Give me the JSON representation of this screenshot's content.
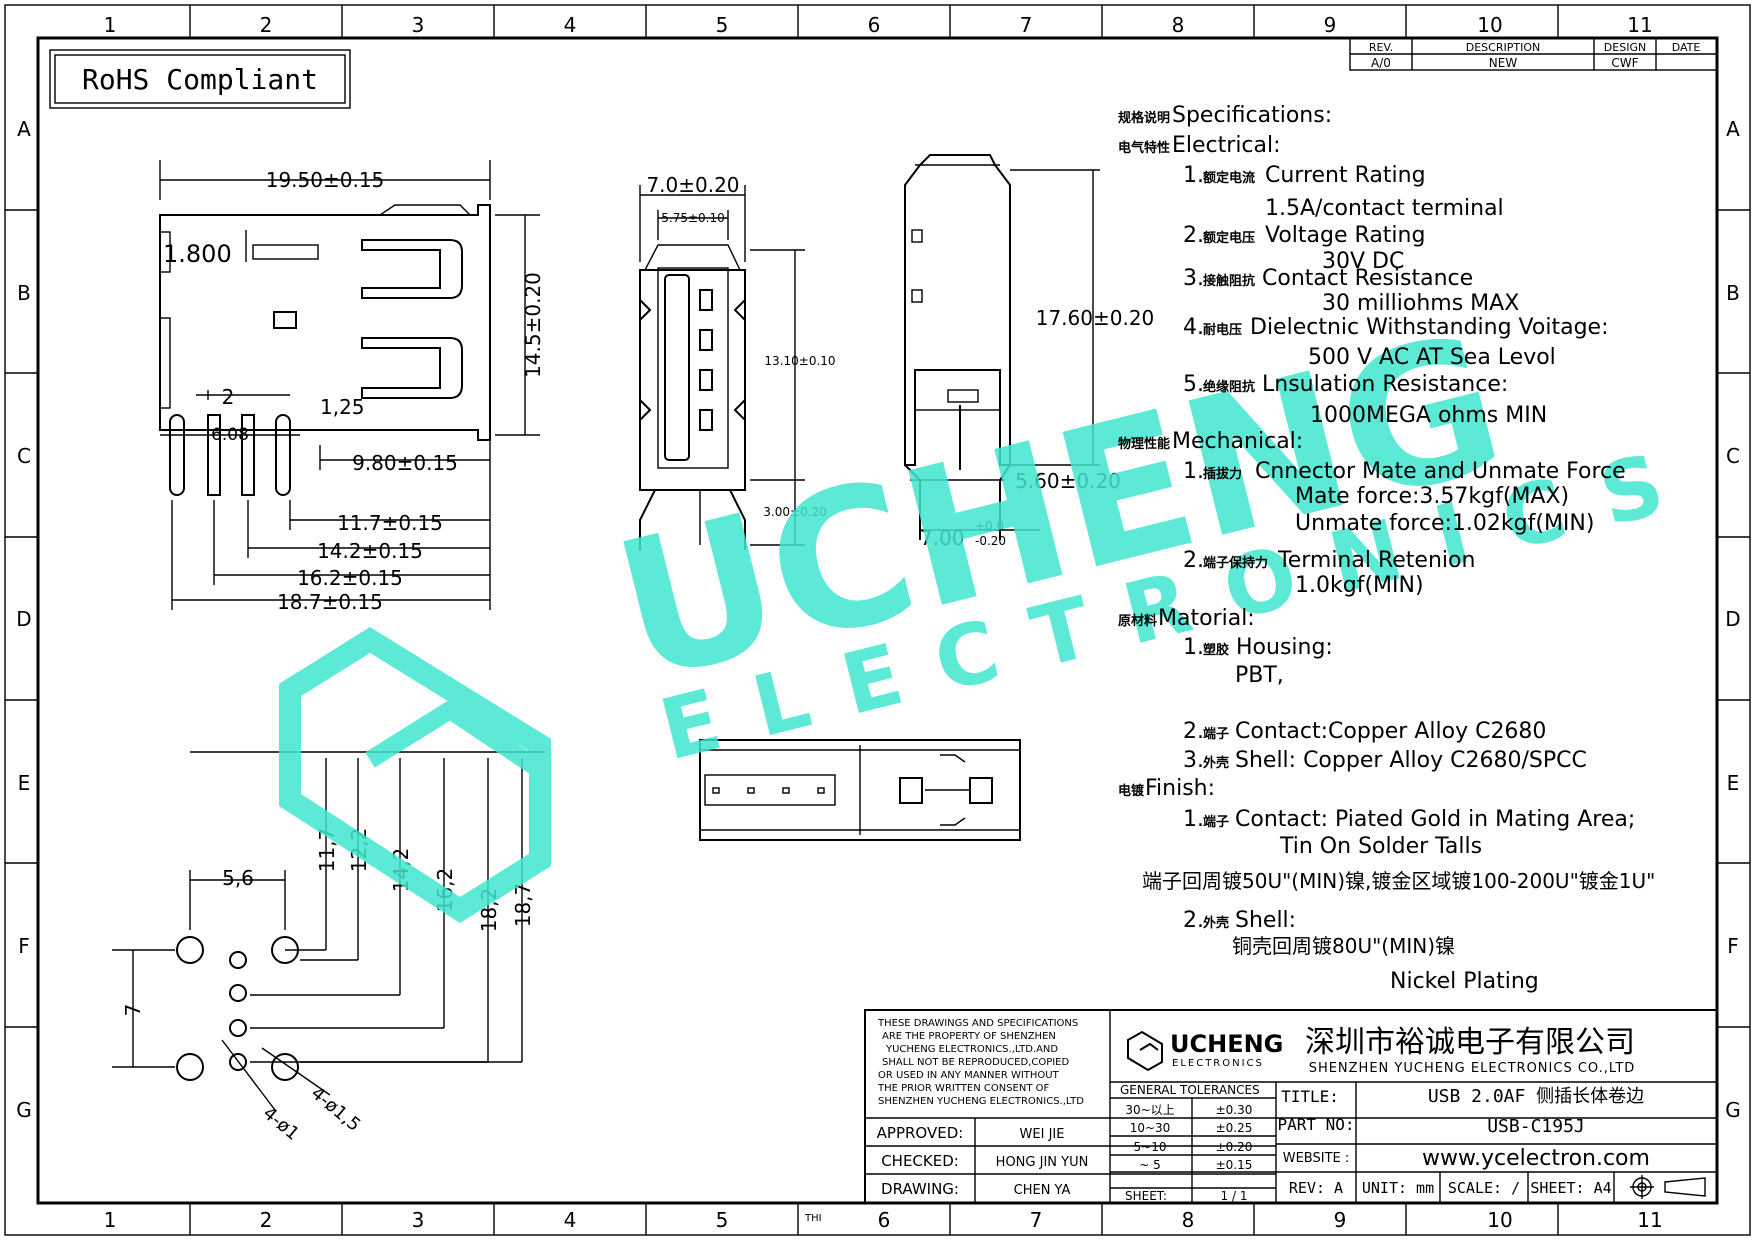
{
  "rohs": "RoHS Compliant",
  "grid": {
    "cols": [
      "1",
      "2",
      "3",
      "4",
      "5",
      "6",
      "7",
      "8",
      "9",
      "10",
      "11"
    ],
    "rows": [
      "A",
      "B",
      "C",
      "D",
      "E",
      "F",
      "G"
    ]
  },
  "revision": {
    "headers": [
      "REV.",
      "DESCRIPTION",
      "DESIGN",
      "DATE"
    ],
    "values": [
      "A/0",
      "NEW",
      "CWF",
      ""
    ]
  },
  "dims": {
    "overall_len": "19.50±0.15",
    "d_1800": "1.800",
    "height": "14.5±0.20",
    "d_2": "2",
    "d_125": "1,25",
    "d_608": "6.08",
    "d_980": "9.80±0.15",
    "d_117": "11.7±0.15",
    "d_142": "14.2±0.15",
    "d_162": "16.2±0.15",
    "d_187": "18.7±0.15",
    "front_w": "7.0±0.20",
    "front_inner": "5.75±0.10",
    "front_h": "13.10±0.10",
    "front_pin": "3.00±0.20",
    "side_h": "17.60±0.20",
    "side_pin": "5.60±0.20",
    "side_w": "7.00",
    "side_w_tol_up": "+0.0",
    "side_w_tol_dn": "-0.20",
    "pcb_56": "5,6",
    "pcb_7": "7",
    "pcb_117": "11,7",
    "pcb_122": "12,2",
    "pcb_142": "14,2",
    "pcb_162": "16,2",
    "pcb_182": "18,2",
    "pcb_187": "18,7",
    "pcb_hole1": "4-ø1",
    "pcb_hole15": "4-ø1,5"
  },
  "specs": {
    "title_cn": "规格说明",
    "title": "Specifications:",
    "electrical_cn": "电气特性",
    "electrical": "Electrical:",
    "e1_num": "1.",
    "e1_cn": "额定电流",
    "e1": "Current Rating",
    "e1_val": "1.5A/contact terminal",
    "e2_num": "2.",
    "e2_cn": "额定电压",
    "e2": "Voltage Rating",
    "e2_val": "30V DC",
    "e3_num": "3.",
    "e3_cn": "接触阻抗",
    "e3": "Contact Resistance",
    "e3_val": "30 milliohms MAX",
    "e4_num": "4.",
    "e4_cn": "耐电压",
    "e4": "Dielectnic Withstanding Voitage:",
    "e4_val": "500 V AC AT Sea Levol",
    "e5_num": "5.",
    "e5_cn": "绝缘阻抗",
    "e5": "Lnsulation Resistance:",
    "e5_val": "1000MEGA ohms MIN",
    "mech_cn": "物理性能",
    "mech": "Mechanical:",
    "m1_num": "1.",
    "m1_cn": "插拔力",
    "m1": "Cnnector Mate and Unmate Force",
    "m1_v1": "Mate force:3.57kgf(MAX)",
    "m1_v2": "Unmate force:1.02kgf(MIN)",
    "m2_num": "2.",
    "m2_cn": "端子保持力",
    "m2": "Terminal Retenion",
    "m2_val": "1.0kgf(MIN)",
    "mat_cn": "原材料",
    "mat": "Matorial:",
    "t1_num": "1.",
    "t1_cn": "塑胶",
    "t1": "Housing:",
    "t1_val": "PBT,",
    "t2_num": "2.",
    "t2_cn": "端子",
    "t2": "Contact:Copper Alloy C2680",
    "t3_num": "3.",
    "t3_cn": "外壳",
    "t3": "Shell: Copper Alloy C2680/SPCC",
    "fin_cn": "电镀",
    "fin": "Finish:",
    "f1_num": "1.",
    "f1_cn": "端子",
    "f1": "Contact: Piated Gold in Mating Area;",
    "f1_val": "Tin On Solder Talls",
    "f1_cn2": "端子回周镀50U\"(MIN)镍,镀金区域镀100-200U\"镀金1U\"",
    "f2_num": "2.",
    "f2_cn": "外壳",
    "f2": "Shell:",
    "f2_cn2": "铜壳回周镀80U\"(MIN)镍",
    "f2_val": "Nickel Plating"
  },
  "watermark": {
    "main": "UCHENG",
    "sub": "ELECTRONICS",
    "color": "#3fe6cf"
  },
  "titleblock": {
    "notice": [
      "THESE DRAWINGS AND SPECIFICATIONS",
      "ARE THE PROPERTY OF SHENZHEN",
      "YUCHENG ELECTRONICS.,LTD.AND",
      "SHALL NOT BE REPRODUCED,COPIED",
      "OR USED IN ANY MANNER WITHOUT",
      "THE PRIOR WRITTEN CONSENT OF",
      "SHENZHEN YUCHENG ELECTRONICS.,LTD"
    ],
    "logo": "UCHENG",
    "logo_sub": "ELECTRONICS",
    "company_cn": "深圳市裕诚电子有限公司",
    "company_en": "SHENZHEN YUCHENG ELECTRONICS CO.,LTD",
    "approved_label": "APPROVED:",
    "approved": "WEI JIE",
    "checked_label": "CHECKED:",
    "checked": "HONG JIN YUN",
    "drawing_label": "DRAWING:",
    "drawing": "CHEN YA",
    "tol_header": "GENERAL TOLERANCES",
    "tol_rows": [
      [
        "30~以上",
        "±0.30"
      ],
      [
        "10~30",
        "±0.25"
      ],
      [
        "5~10",
        "±0.20"
      ],
      [
        "~ 5",
        "±0.15"
      ]
    ],
    "sheet_label": "SHEET:",
    "sheet": "1 / 1",
    "title_label": "TITLE:",
    "title": "USB 2.0AF 侧插长体卷边",
    "part_label": "PART NO:",
    "part": "USB-C195J",
    "website_label": "WEBSITE :",
    "website": "www.ycelectron.com",
    "rev": "REV: A",
    "unit": "UNIT: mm",
    "scale": "SCALE: /",
    "sheet_size": "SHEET: A4",
    "thi": "THI"
  }
}
